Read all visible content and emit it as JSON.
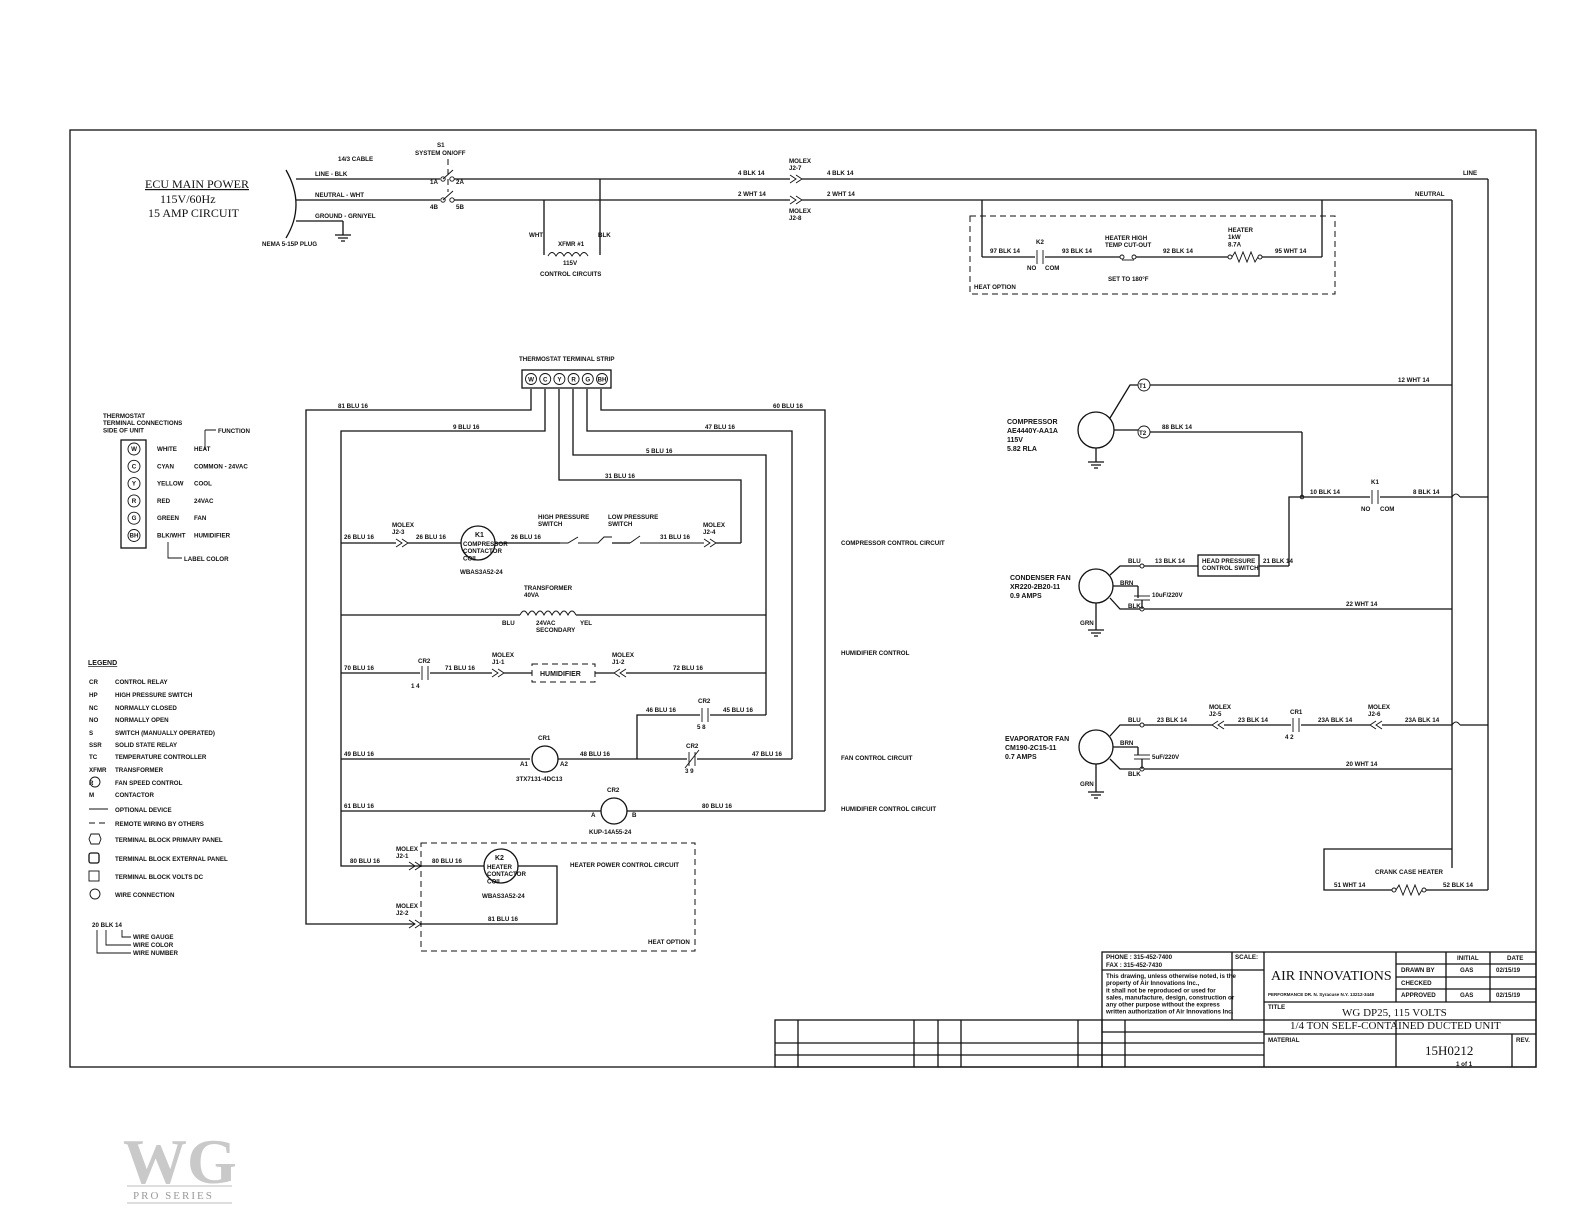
{
  "power": {
    "title": "ECU MAIN POWER",
    "voltage": "115V/60Hz",
    "circuit": "15 AMP CIRCUIT",
    "plug": "NEMA 5-15P PLUG",
    "cable": "14/3 CABLE",
    "switch_id": "S1",
    "switch_name": "SYSTEM ON/OFF",
    "line": "LINE - BLK",
    "neutral": "NEUTRAL - WHT",
    "ground": "GROUND - GRN/YEL",
    "sw_1a": "1A",
    "sw_2a": "2A",
    "sw_4b": "4B",
    "sw_5b": "5B",
    "w4": "4 BLK 14",
    "w2": "2 WHT 14",
    "molex_j27": "MOLEX\nJ2-7",
    "molex_j28": "MOLEX\nJ2-8",
    "line_label": "LINE",
    "neutral_label": "NEUTRAL"
  },
  "xfmr": {
    "wht": "WHT",
    "blk": "BLK",
    "name": "XFMR #1",
    "v": "115V",
    "desc": "CONTROL CIRCUITS"
  },
  "heat_option_top": {
    "k2": "K2",
    "w97": "97 BLK 14",
    "w93": "93 BLK 14",
    "no": "NO",
    "com": "COM",
    "cutout": "HEATER HIGH\nTEMP CUT-OUT",
    "set": "SET TO 180°F",
    "w92": "92 BLK 14",
    "heater": "HEATER\n1kW\n8.7A",
    "w95": "95 WHT 14",
    "label": "HEAT OPTION"
  },
  "thermostat": {
    "strip_title": "THERMOSTAT TERMINAL STRIP",
    "terminals": [
      "W",
      "C",
      "Y",
      "R",
      "G",
      "BH"
    ],
    "side_title": "THERMOSTAT\nTERMINAL CONNECTIONS\nSIDE OF UNIT",
    "function": "FUNCTION",
    "rows": [
      {
        "t": "W",
        "color": "WHITE",
        "func": "HEAT"
      },
      {
        "t": "C",
        "color": "CYAN",
        "func": "COMMON - 24VAC"
      },
      {
        "t": "Y",
        "color": "YELLOW",
        "func": "COOL"
      },
      {
        "t": "R",
        "color": "RED",
        "func": "24VAC"
      },
      {
        "t": "G",
        "color": "GREEN",
        "func": "FAN"
      },
      {
        "t": "BH",
        "color": "BLK/WHT",
        "func": "HUMIDIFIER"
      }
    ],
    "label_color": "LABEL COLOR"
  },
  "control": {
    "w81": "81 BLU 16",
    "w9": "9 BLU 16",
    "w47": "47 BLU 16",
    "w60": "60 BLU 16",
    "w5": "5 BLU 16",
    "w31": "31 BLU 16",
    "w26a": "26 BLU 16",
    "w26b": "26 BLU 16",
    "w26c": "26 BLU 16",
    "w31b": "31 BLU 16",
    "molex_j23": "MOLEX\nJ2-3",
    "molex_j24": "MOLEX\nJ2-4",
    "k1": "K1",
    "k1_coil": "COMPRESSOR\nCONTACTOR\nCOIL",
    "k1_part": "WBAS3A52-24",
    "hps": "HIGH PRESSURE\nSWITCH",
    "lps": "LOW PRESSURE\nSWITCH",
    "comp_ctrl": "COMPRESSOR CONTROL CIRCUIT",
    "transformer": "TRANSFORMER\n40VA",
    "blu": "BLU",
    "yel": "YEL",
    "secondary": "24VAC\nSECONDARY",
    "w70": "70 BLU 16",
    "cr2": "CR2",
    "cr2_14": "1      4",
    "w71": "71 BLU 16",
    "molex_j11": "MOLEX\nJ1-1",
    "humidifier": "HUMIDIFIER",
    "molex_j12": "MOLEX\nJ1-2",
    "w72": "72 BLU 16",
    "hum_ctrl": "HUMIDIFIER CONTROL",
    "w46": "46 BLU 16",
    "cr2b": "CR2",
    "cr2_58": "5      8",
    "w45": "45 BLU 16",
    "cr1": "CR1",
    "a1": "A1",
    "a2": "A2",
    "w49": "49 BLU 16",
    "w48": "48 BLU 16",
    "cr2c": "CR2",
    "cr2_39": "3      9",
    "w47b": "47 BLU 16",
    "cr1_part": "3TX7131-4DC13",
    "fan_ctrl": "FAN CONTROL CIRCUIT",
    "w61": "61 BLU 16",
    "cr2d": "CR2",
    "a": "A",
    "b": "B",
    "w80": "80 BLU 16",
    "cr2_part": "KUP-14A55-24",
    "hum_ctrl2": "HUMIDIFIER CONTROL CIRCUIT",
    "w80b": "80 BLU 16",
    "molex_j21": "MOLEX\nJ2-1",
    "w80c": "80 BLU 16",
    "k2": "K2",
    "k2_coil": "HEATER\nCONTACTOR\nCOIL",
    "k2_part": "WBAS3A52-24",
    "heater_ctrl": "HEATER POWER CONTROL CIRCUIT",
    "molex_j22": "MOLEX\nJ2-2",
    "w81b": "81 BLU 16",
    "heat_option": "HEAT OPTION"
  },
  "compressor": {
    "title": "COMPRESSOR",
    "model": "AE4440Y-AA1A",
    "v": "115V",
    "rla": "5.82 RLA",
    "t1": "T1",
    "t2": "T2",
    "w12": "12 WHT 14",
    "w88": "88 BLK 14",
    "w10": "10 BLK 14",
    "k1": "K1",
    "no": "NO",
    "com": "COM",
    "w8": "8 BLK 14"
  },
  "condenser": {
    "title": "CONDENSER FAN",
    "model": "XR220-2B20-11",
    "amps": "0.9 AMPS",
    "blu": "BLU",
    "brn": "BRN",
    "blk": "BLK",
    "grn": "GRN",
    "w13": "13 BLK 14",
    "hps": "HEAD PRESSURE\nCONTROL SWITCH",
    "w21": "21 BLK 14",
    "cap": "10uF/220V",
    "w22": "22 WHT 14"
  },
  "evaporator": {
    "title": "EVAPORATOR FAN",
    "model": "CM190-2C15-11",
    "amps": "0.7 AMPS",
    "blu": "BLU",
    "brn": "BRN",
    "blk": "BLK",
    "grn": "GRN",
    "w23": "23 BLK 14",
    "molex_j25": "MOLEX\nJ2-5",
    "w23b": "23 BLK 14",
    "cr1": "CR1",
    "cr1_42": "4     2",
    "w23a": "23A BLK 14",
    "molex_j26": "MOLEX\nJ2-6",
    "w23a2": "23A BLK 14",
    "cap": "5uF/220V",
    "w20": "20 WHT 14"
  },
  "crankcase": {
    "title": "CRANK CASE HEATER",
    "w51": "51 WHT 14",
    "w52": "52 BLK 14"
  },
  "legend": {
    "title": "LEGEND",
    "items": [
      {
        "k": "CR",
        "v": "CONTROL RELAY"
      },
      {
        "k": "HP",
        "v": "HIGH PRESSURE SWITCH"
      },
      {
        "k": "NC",
        "v": "NORMALLY CLOSED"
      },
      {
        "k": "NO",
        "v": "NORMALLY OPEN"
      },
      {
        "k": "S",
        "v": "SWITCH (MANUALLY OPERATED)"
      },
      {
        "k": "SSR",
        "v": "SOLID STATE RELAY"
      },
      {
        "k": "TC",
        "v": "TEMPERATURE CONTROLLER"
      },
      {
        "k": "XFMR",
        "v": "TRANSFORMER"
      },
      {
        "k": "R",
        "v": "FAN SPEED CONTROL"
      },
      {
        "k": "M",
        "v": "CONTACTOR"
      },
      {
        "k": "",
        "v": "OPTIONAL DEVICE"
      },
      {
        "k": "",
        "v": "REMOTE WIRING BY OTHERS"
      },
      {
        "k": "",
        "v": "TERMINAL BLOCK PRIMARY PANEL"
      },
      {
        "k": "",
        "v": "TERMINAL BLOCK EXTERNAL PANEL"
      },
      {
        "k": "",
        "v": "TERMINAL BLOCK VOLTS DC"
      },
      {
        "k": "",
        "v": "WIRE CONNECTION"
      }
    ],
    "wire_example": "20 BLK 14",
    "gauge": "WIRE GAUGE",
    "color": "WIRE COLOR",
    "number": "WIRE NUMBER"
  },
  "titleblock": {
    "phone": "PHONE : 315-452-7400",
    "fax": "FAX     : 315-452-7430",
    "scale": "SCALE:",
    "notice": "This drawing, unless otherwise noted, is the\nproperty of Air Innovations Inc.,\nit shall not be reproduced or used for\nsales, manufacture, design, construction or\nany other purpose without the express\nwritten authorization of Air Innovations Inc.",
    "company": "AIR INNOVATIONS",
    "address": "PERFORMANCE DR. N. Syracuse N.Y. 13212-3448",
    "initial": "INITIAL",
    "date": "DATE",
    "drawn_by": "DRAWN BY",
    "drawn_init": "GAS",
    "drawn_date": "02/15/19",
    "checked": "CHECKED",
    "approved": "APPROVED",
    "approved_init": "GAS",
    "approved_date": "02/15/19",
    "title_label": "TITLE",
    "title1": "WG DP25, 115 VOLTS",
    "title2": "1/4 TON SELF-CONTAINED DUCTED UNIT",
    "material": "MATERIAL",
    "dwg": "15H0212",
    "rev": "REV.",
    "sheet": "1  of  1"
  },
  "logo": {
    "text": "WG",
    "sub": "PRO SERIES"
  }
}
